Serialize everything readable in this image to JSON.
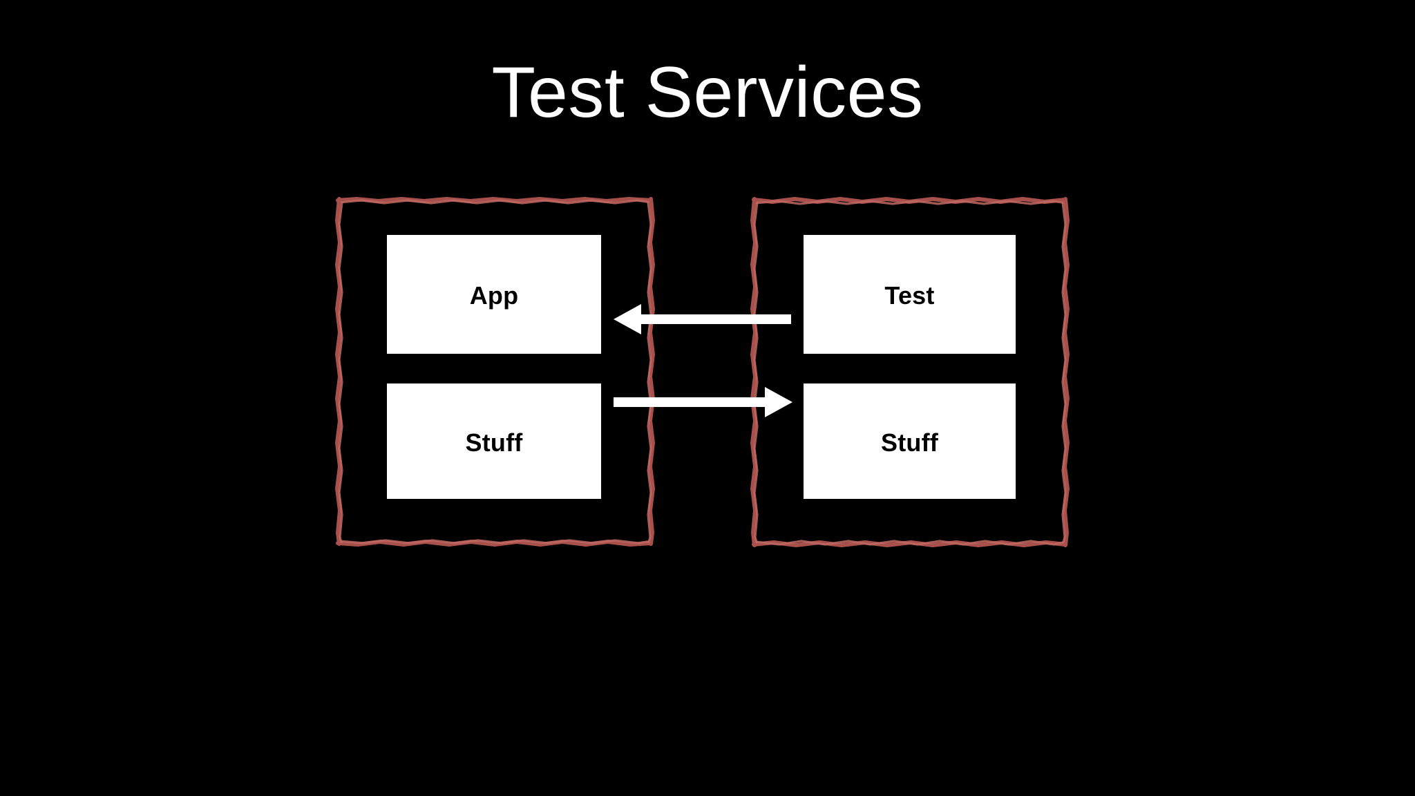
{
  "slide": {
    "title": "Test Services",
    "background_color": "#000000",
    "title_color": "#ffffff"
  },
  "colors": {
    "background": "#000000",
    "container_border": "#a8504c",
    "container_border_light": "#c06863",
    "box_fill": "#ffffff",
    "box_text": "#000000",
    "arrow": "#ffffff",
    "title": "#ffffff"
  },
  "containers": [
    {
      "id": "left",
      "name": "app-process-container",
      "border_color": "#a8504c",
      "boxes": [
        {
          "id": "app",
          "label": "App"
        },
        {
          "id": "app-stuff",
          "label": "Stuff"
        }
      ]
    },
    {
      "id": "right",
      "name": "test-process-container",
      "border_color": "#a8504c",
      "boxes": [
        {
          "id": "test",
          "label": "Test"
        },
        {
          "id": "test-stuff",
          "label": "Stuff"
        }
      ]
    }
  ],
  "arrows": [
    {
      "id": "test-to-app",
      "direction": "left",
      "from": "Test",
      "to": "App",
      "color": "#ffffff"
    },
    {
      "id": "stuff-to-stuff",
      "direction": "right",
      "from": "Stuff",
      "to": "Stuff",
      "color": "#ffffff"
    }
  ]
}
